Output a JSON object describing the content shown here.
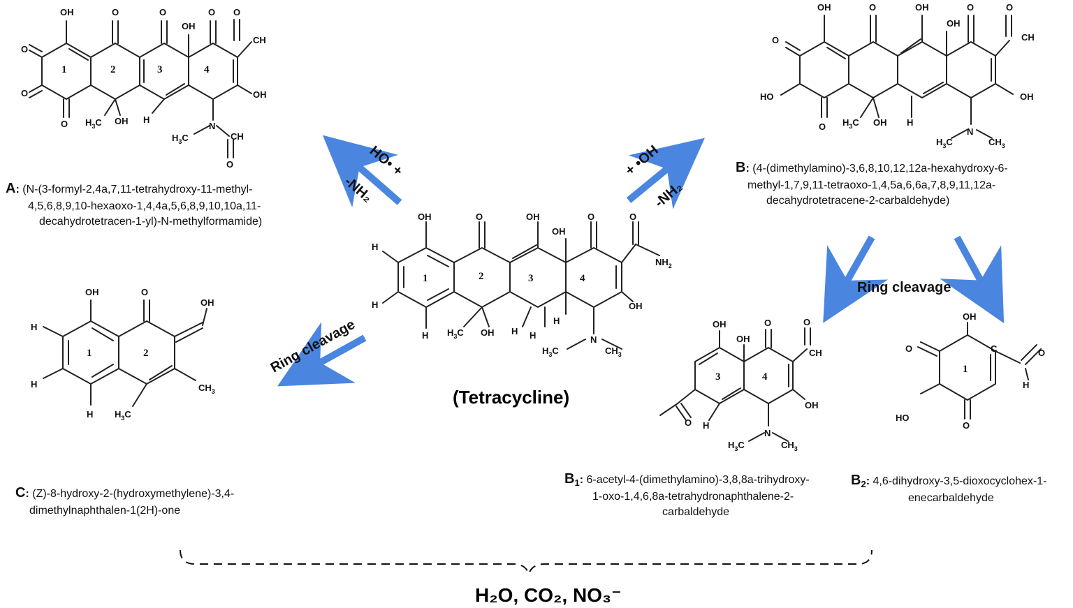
{
  "center": {
    "name": "(Tetracycline)"
  },
  "compounds": {
    "A": {
      "letter": "A",
      "lines": [
        "(N-(3-formyl-2,4a,7,11-tetrahydroxy-11-methyl-",
        "4,5,6,8,9,10-hexaoxo-1,4,4a,5,6,8,9,10,10a,11-",
        "decahydrotetracen-1-yl)-N-methylformamide)"
      ]
    },
    "B": {
      "letter": "B",
      "lines": [
        "(4-(dimethylamino)-3,6,8,10,12,12a-hexahydroxy-6-",
        "methyl-1,7,9,11-tetraoxo-1,4,5a,6,6a,7,8,9,11,12a-",
        "decahydrotetracene-2-carbaldehyde)"
      ]
    },
    "B1": {
      "letter": "B",
      "sub": "1",
      "lines": [
        "6-acetyl-4-(dimethylamino)-3,8,8a-trihydroxy-",
        "1-oxo-1,4,6,8a-tetrahydronaphthalene-2-",
        "carbaldehyde"
      ]
    },
    "B2": {
      "letter": "B",
      "sub": "2",
      "lines": [
        "4,6-dihydroxy-3,5-dioxocyclohex-1-",
        "enecarbaldehyde"
      ]
    },
    "C": {
      "letter": "C",
      "lines": [
        "(Z)-8-hydroxy-2-(hydroxymethylene)-3,4-",
        "dimethylnaphthalen-1(2H)-one"
      ]
    }
  },
  "arrows": {
    "to_A": {
      "top": "HO• +",
      "bottom": "-NH₂"
    },
    "to_B": {
      "top": "+ •OH",
      "bottom": "-NH₂"
    },
    "to_C": {
      "label": "Ring cleavage"
    },
    "to_B1_B2": {
      "label": "Ring cleavage"
    }
  },
  "products": {
    "h2o": "H₂O,",
    "co2": "CO₂,",
    "no3": "NO₃⁻"
  },
  "colors": {
    "arrow": "#4a86e0",
    "bond": "#222222"
  }
}
